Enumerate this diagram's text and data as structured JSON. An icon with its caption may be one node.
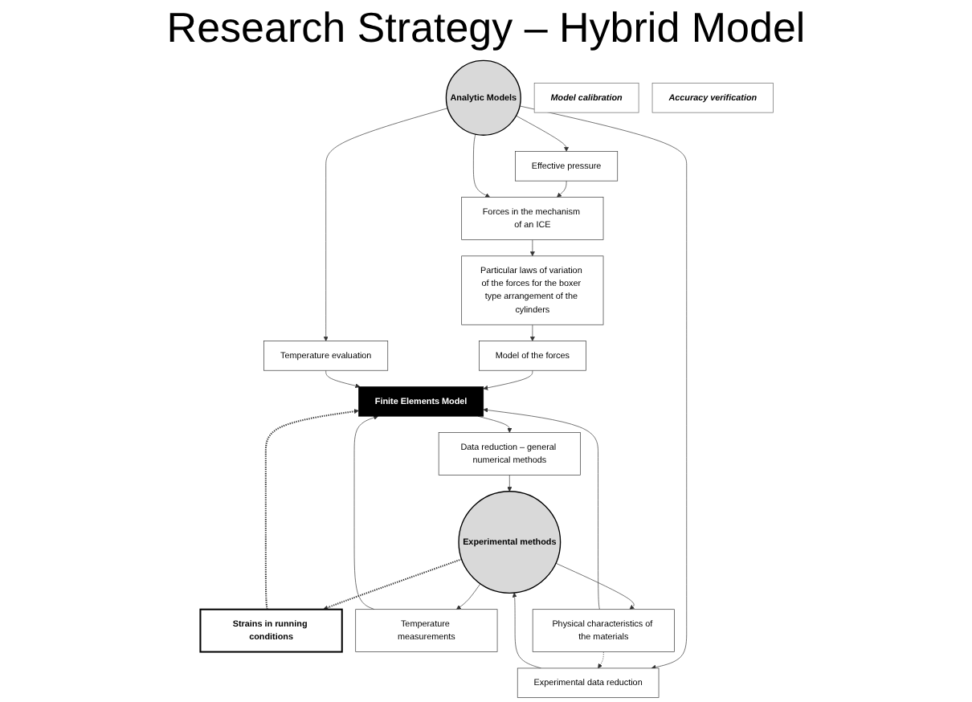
{
  "diagram": {
    "title": "Research Strategy – Hybrid Model",
    "nodes": [
      {
        "text": [
          "Temperature evaluation"
        ]
      },
      {
        "text": [
          "Effective pressure"
        ]
      },
      {
        "text": [
          "Forces in the mechanism of an ICE"
        ]
      },
      {
        "text": [
          "Particular laws of variation of the forces for the boxer type arrangement of the cylinders"
        ]
      },
      {
        "text": [
          "Model of the forces"
        ]
      },
      {
        "text": [
          "Analytic Models"
        ]
      },
      {
        "text": [
          "Experimental data reduction"
        ]
      },
      {
        "text": [
          "Finite Elements Model"
        ]
      },
      {
        "text": [
          "Experimental methods"
        ]
      },
      {
        "text": [
          "Model calibration"
        ]
      },
      {
        "text": [
          "Accuracy verification"
        ]
      },
      {
        "text": [
          "Strains in running conditions"
        ]
      },
      {
        "text": [
          "Temperature measurements"
        ]
      },
      {
        "text": [
          "Data reduction – general numerical methods"
        ]
      },
      {
        "text": [
          "Physical characteristics of the materials"
        ]
      }
    ],
    "edges": [
      {
        "from": 5,
        "to": 0,
        "arrow": "to"
      },
      {
        "from": 1,
        "to": 2,
        "arrow": "to"
      },
      {
        "from": 5,
        "to": 1,
        "arrow": "to"
      },
      {
        "from": 5,
        "to": 2,
        "arrow": "to"
      },
      {
        "from": 5,
        "to": 6,
        "arrow": "to"
      },
      {
        "from": 2,
        "to": 3,
        "arrow": "to"
      },
      {
        "from": 3,
        "to": 4,
        "arrow": "to"
      },
      {
        "from": 4,
        "to": 7,
        "arrow": "to"
      },
      {
        "from": 0,
        "to": 7,
        "arrow": "to"
      },
      {
        "from": 6,
        "to": 8,
        "arrow": "to"
      },
      {
        "from": 11,
        "to": 7,
        "arrow": "to",
        "style": "dashed"
      },
      {
        "from": 8,
        "to": 11,
        "arrow": "to",
        "style": "dashed"
      },
      {
        "from": 14,
        "to": 6,
        "arrow": "to",
        "style": "dashed"
      },
      {
        "from": 7,
        "to": 13,
        "arrow": "to"
      },
      {
        "from": 13,
        "to": 8,
        "arrow": "to"
      },
      {
        "from": 8,
        "to": 12,
        "arrow": "to"
      },
      {
        "from": 8,
        "to": 14,
        "arrow": "to"
      },
      {
        "from": 14,
        "to": 7,
        "arrow": "to"
      },
      {
        "from": 12,
        "to": 7,
        "arrow": "to"
      }
    ]
  }
}
